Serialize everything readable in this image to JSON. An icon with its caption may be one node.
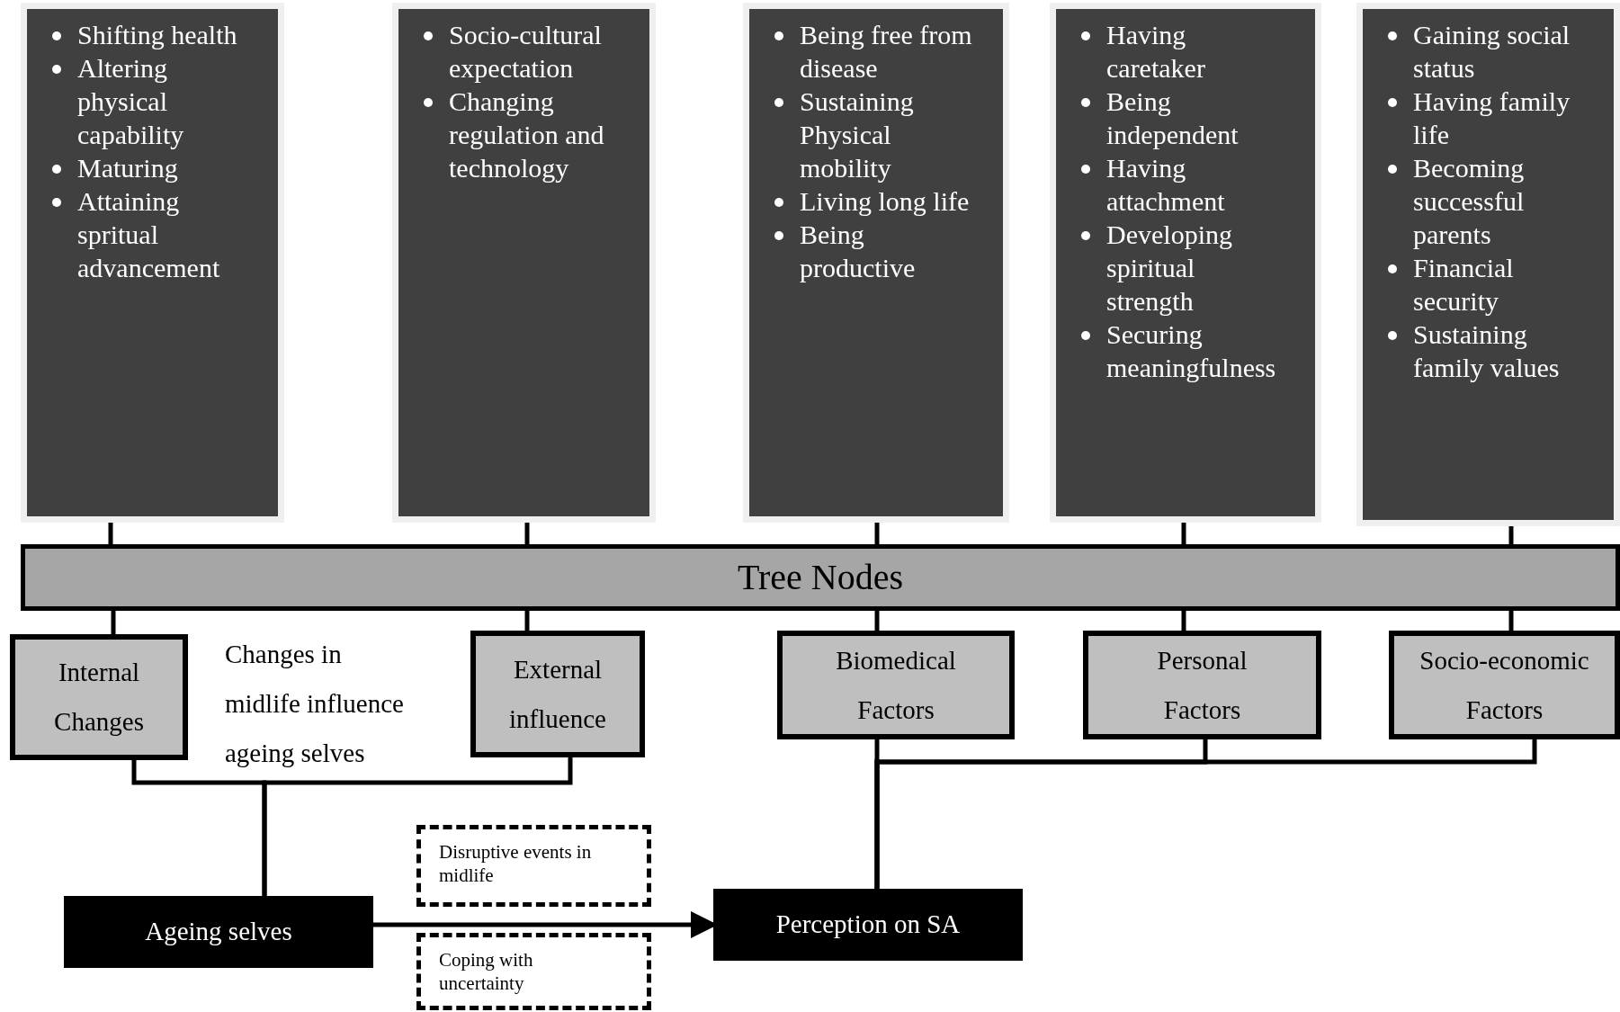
{
  "diagram": {
    "nodes": [
      {
        "text": [
          "Shifting health",
          "Altering physical capability",
          "Maturing",
          "Attaining spritual advancement"
        ]
      },
      {
        "text": [
          "Socio-cultural expectation",
          "Changing regulation and technology"
        ]
      },
      {
        "text": [
          "Being free from disease",
          "Sustaining Physical mobility",
          "Living long life",
          "Being productive"
        ]
      },
      {
        "text": [
          "Having caretaker",
          "Being independent",
          "Having attachment",
          "Developing spiritual strength",
          "Securing meaningfulness"
        ]
      },
      {
        "text": [
          "Gaining social status",
          "Having family life",
          "Becoming successful parents",
          "Financial security",
          "Sustaining family values"
        ]
      },
      {
        "text": [
          "Tree Nodes"
        ]
      },
      {
        "text": [
          "Internal Changes"
        ]
      },
      {
        "text": [
          "External influence"
        ]
      },
      {
        "text": [
          "Biomedical Factors"
        ]
      },
      {
        "text": [
          "Personal Factors"
        ]
      },
      {
        "text": [
          "Socio-economic Factors"
        ]
      },
      {
        "text": [
          "Ageing selves"
        ]
      },
      {
        "text": [
          "Disruptive events in midlife"
        ]
      },
      {
        "text": [
          "Coping with uncertainty"
        ]
      },
      {
        "text": [
          "Perception on SA"
        ]
      }
    ],
    "edges": [
      {
        "from": 0,
        "to": 5,
        "arrow": "none"
      },
      {
        "from": 1,
        "to": 5,
        "arrow": "none"
      },
      {
        "from": 2,
        "to": 5,
        "arrow": "none"
      },
      {
        "from": 3,
        "to": 5,
        "arrow": "none"
      },
      {
        "from": 4,
        "to": 5,
        "arrow": "none"
      },
      {
        "from": 5,
        "to": 6,
        "arrow": "none"
      },
      {
        "from": 5,
        "to": 7,
        "arrow": "none"
      },
      {
        "from": 5,
        "to": 8,
        "arrow": "none"
      },
      {
        "from": 5,
        "to": 9,
        "arrow": "none"
      },
      {
        "from": 5,
        "to": 10,
        "arrow": "none"
      },
      {
        "from": 6,
        "to": 11,
        "arrow": "none"
      },
      {
        "from": 7,
        "to": 11,
        "arrow": "none"
      },
      {
        "from": 8,
        "to": 14,
        "arrow": "none"
      },
      {
        "from": 9,
        "to": 14,
        "arrow": "none"
      },
      {
        "from": 10,
        "to": 14,
        "arrow": "none"
      },
      {
        "from": 11,
        "to": 14,
        "arrow": "to"
      }
    ],
    "labels": [
      "Changes in midlife influence ageing selves"
    ]
  }
}
